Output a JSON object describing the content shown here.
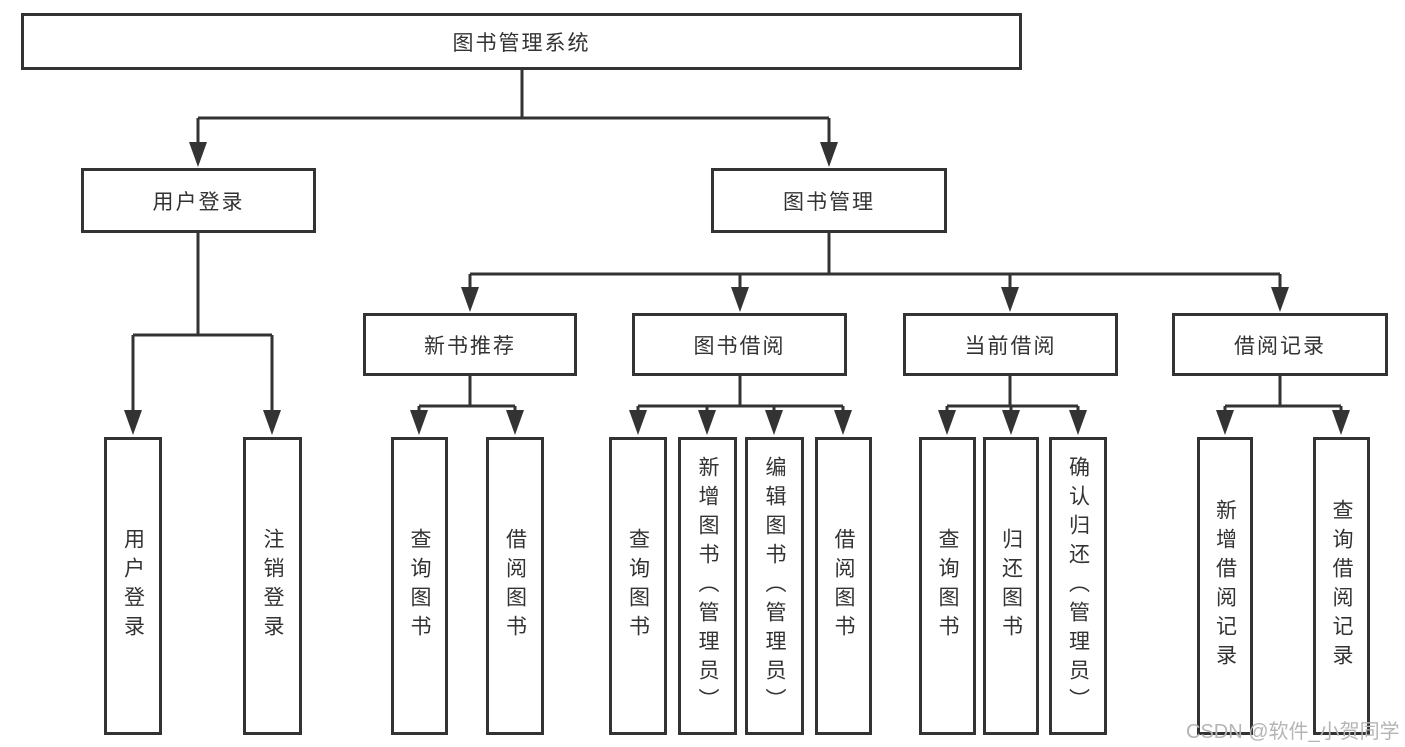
{
  "diagram_title": "图书管理系统",
  "tree": {
    "root": {
      "label": "图书管理系统",
      "children": [
        {
          "label": "用户登录",
          "children": [
            {
              "label": "用户登录"
            },
            {
              "label": "注销登录"
            }
          ]
        },
        {
          "label": "图书管理",
          "children": [
            {
              "label": "新书推荐",
              "children": [
                {
                  "label": "查询图书"
                },
                {
                  "label": "借阅图书"
                }
              ]
            },
            {
              "label": "图书借阅",
              "children": [
                {
                  "label": "查询图书"
                },
                {
                  "label": "新增图书（管理员）"
                },
                {
                  "label": "编辑图书（管理员）"
                },
                {
                  "label": "借阅图书"
                }
              ]
            },
            {
              "label": "当前借阅",
              "children": [
                {
                  "label": "查询图书"
                },
                {
                  "label": "归还图书"
                },
                {
                  "label": "确认归还（管理员）"
                }
              ]
            },
            {
              "label": "借阅记录",
              "children": [
                {
                  "label": "新增借阅记录"
                },
                {
                  "label": "查询借阅记录"
                }
              ]
            }
          ]
        }
      ]
    }
  },
  "watermark": {
    "text": "CSDN @软件_小贺同学",
    "color": "#b5b5b5"
  },
  "colors": {
    "line": "#333333",
    "text": "#333333",
    "background": "#ffffff"
  }
}
